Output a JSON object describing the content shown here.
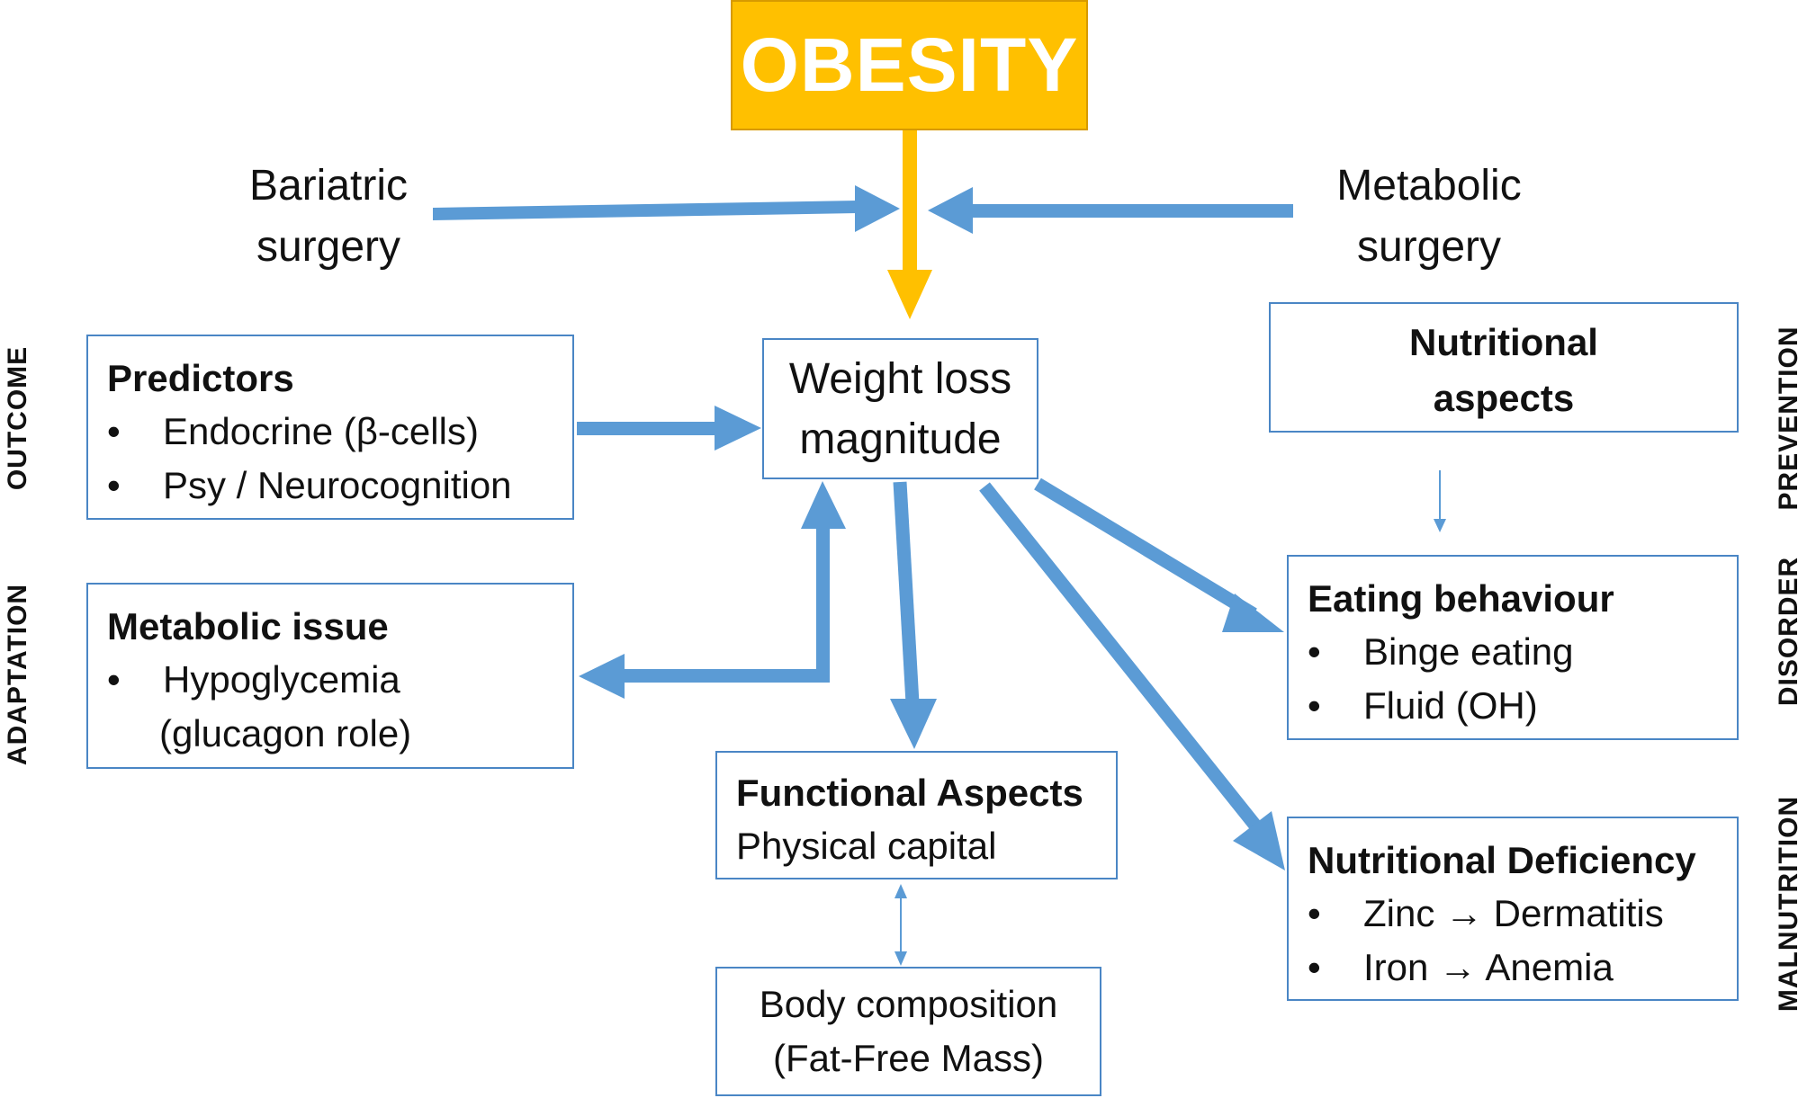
{
  "colors": {
    "accent_orange": "#ffc000",
    "arrow_blue": "#5b9bd5",
    "box_border": "#4a86c5",
    "text": "#111111"
  },
  "top": {
    "obesity": "OBESITY",
    "bariatric": [
      "Bariatric",
      "surgery"
    ],
    "metabolic": [
      "Metabolic",
      "surgery"
    ]
  },
  "center": {
    "weight_loss": [
      "Weight loss",
      "magnitude"
    ]
  },
  "predictors": {
    "title": "Predictors",
    "items": [
      "Endocrine (β-cells)",
      "Psy / Neurocognition"
    ]
  },
  "metabolic_issue": {
    "title": "Metabolic issue",
    "items": [
      "Hypoglycemia",
      "(glucagon role)"
    ]
  },
  "functional": {
    "title": "Functional Aspects",
    "subtitle": "Physical capital"
  },
  "body_composition": {
    "lines": [
      "Body composition",
      "(Fat-Free Mass)"
    ]
  },
  "nutritional_aspects": {
    "lines": [
      "Nutritional",
      "aspects"
    ]
  },
  "eating": {
    "title": "Eating behaviour",
    "items": [
      "Binge eating",
      "Fluid (OH)"
    ]
  },
  "deficiency": {
    "title": "Nutritional Deficiency",
    "items": [
      "Zinc → Dermatitis",
      "Iron → Anemia"
    ]
  },
  "side_labels": {
    "outcome": "OUTCOME",
    "adaptation": "ADAPTATION",
    "prevention": "PREVENTION",
    "disorder": "DISORDER",
    "malnutrition": "MALNUTRITION"
  },
  "bullet": "•"
}
